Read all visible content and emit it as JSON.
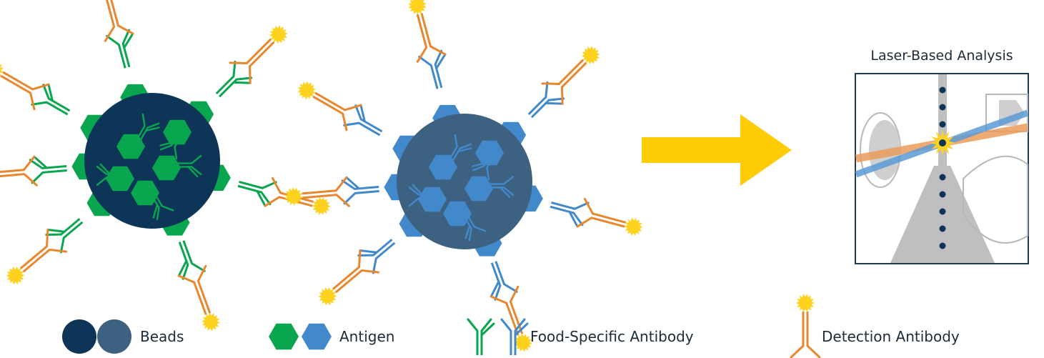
{
  "panel_title": "Laser-Based Analysis",
  "legend": {
    "beads": "Beads",
    "antigen": "Antigen",
    "food_antibody": "Food-Specific Antibody",
    "detection_antibody": "Detection Antibody"
  },
  "colors": {
    "bead_dark": "#0d3557",
    "bead_slate": "#3d6180",
    "antigen_green": "#0aa64f",
    "antigen_blue": "#4289cc",
    "detection_orange": "#e8872e",
    "label_yellow": "#ffd21f",
    "arrow_yellow": "#ffcc08",
    "laser_blue": "#5b9bd5",
    "laser_orange": "#eb9b5a",
    "panel_border": "#1f3a52",
    "flow_gray": "#bfbfbf"
  }
}
